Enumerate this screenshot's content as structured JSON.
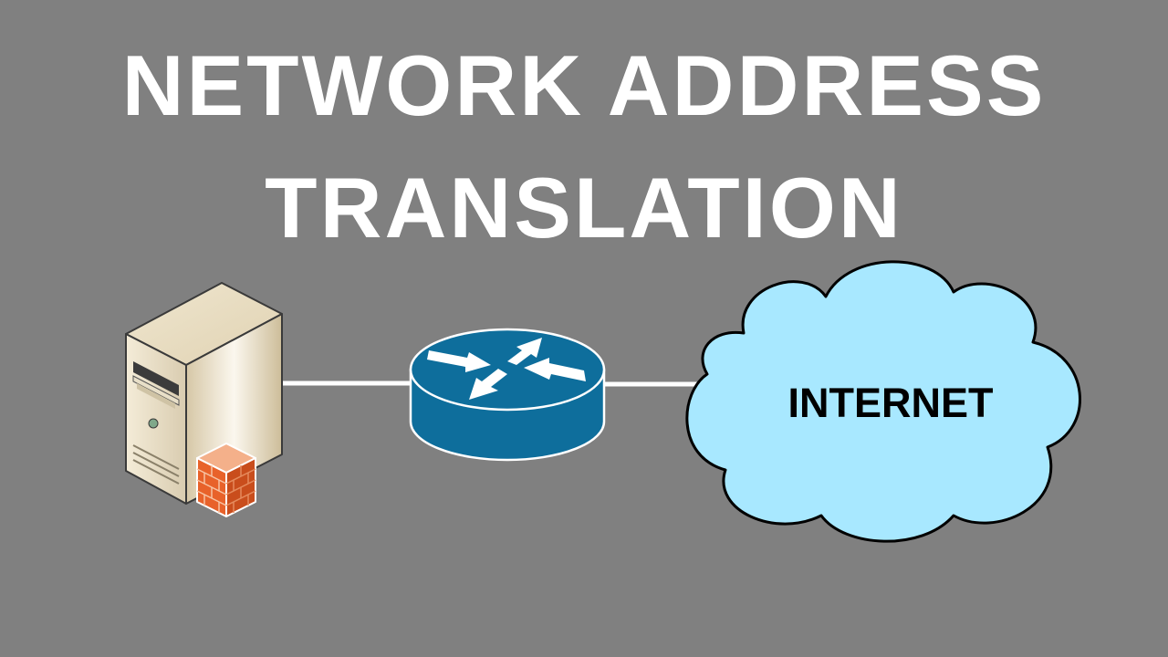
{
  "title": {
    "line1": "NETWORK ADDRESS",
    "line2": "TRANSLATION"
  },
  "nodes": {
    "server": {
      "icon": "server-with-firewall-icon"
    },
    "router": {
      "icon": "router-icon"
    },
    "cloud": {
      "icon": "cloud-icon",
      "label": "INTERNET"
    }
  },
  "colors": {
    "background": "#808080",
    "title_text": "#ffffff",
    "router_blue": "#0e6e9c",
    "cloud_fill": "#a8e8ff",
    "firewall_orange": "#e8622a",
    "link_line": "#ffffff"
  }
}
